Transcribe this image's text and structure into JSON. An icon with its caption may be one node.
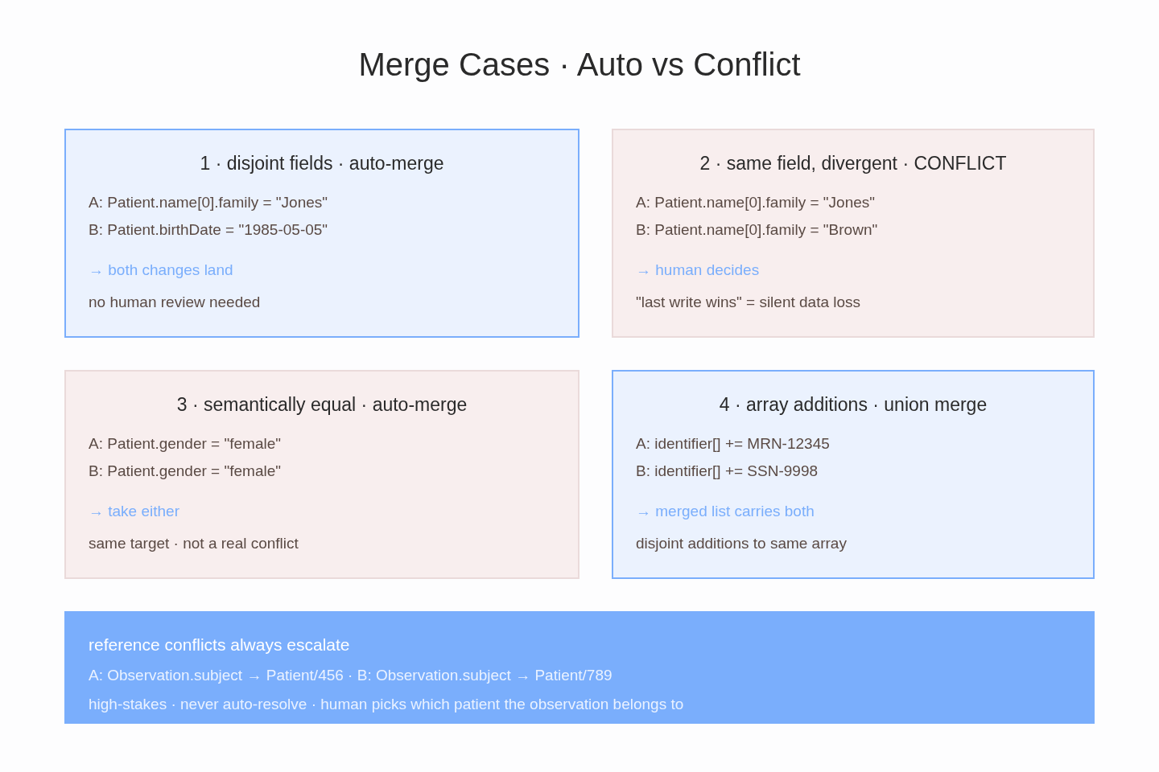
{
  "diagram": {
    "title": "Merge Cases · Auto vs Conflict",
    "nodes": [
      {
        "text": [
          "1 · disjoint fields · auto-merge",
          "A: Patient.name[0].family = \"Jones\"",
          "B: Patient.birthDate = \"1985-05-05\"",
          "→ both changes land",
          "no human review needed"
        ]
      },
      {
        "text": [
          "2 · same field, divergent · CONFLICT",
          "A: Patient.name[0].family = \"Jones\"",
          "B: Patient.name[0].family = \"Brown\"",
          "→ human decides",
          "\"last write wins\" = silent data loss"
        ]
      },
      {
        "text": [
          "3 · semantically equal · auto-merge",
          "A: Patient.gender = \"female\"",
          "B: Patient.gender = \"female\"",
          "→ take either",
          "same target · not a real conflict"
        ]
      },
      {
        "text": [
          "4 · array additions · union merge",
          "A: identifier[] += MRN-12345",
          "B: identifier[] += SSN-9998",
          "→ merged list carries both",
          "disjoint additions to same array"
        ]
      },
      {
        "text": [
          "reference conflicts always escalate",
          "A: Observation.subject → Patient/456 · B: Observation.subject → Patient/789",
          "high-stakes · never auto-resolve · human picks which patient the observation belongs to"
        ]
      }
    ]
  }
}
